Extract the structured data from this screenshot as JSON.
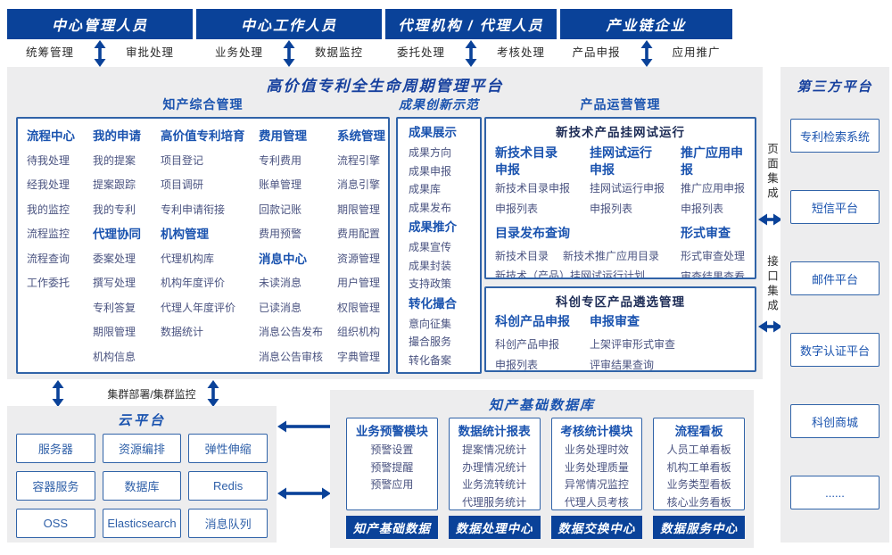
{
  "colors": {
    "navy": "#0A4299",
    "box_border": "#3063A8",
    "section_title_blue": "#1A53AF",
    "item_text": "#4A5380",
    "panel_bg": "#EDEDEE",
    "dark_text": "#2B2B2B"
  },
  "actors": [
    {
      "title": "中心管理人员",
      "left": "统筹管理",
      "right": "审批处理"
    },
    {
      "title": "中心工作人员",
      "left": "业务处理",
      "right": "数据监控"
    },
    {
      "title": "代理机构 / 代理人员",
      "left": "委托处理",
      "right": "考核处理"
    },
    {
      "title": "产业链企业",
      "left": "产品申报",
      "right": "应用推广"
    }
  ],
  "platform": {
    "title": "高价值专利全生命周期管理平台",
    "integrated": {
      "title": "知产综合管理",
      "columns": [
        {
          "groups": [
            {
              "title": "流程中心",
              "items": [
                "待我处理",
                "经我处理",
                "我的监控",
                "流程监控",
                "流程查询",
                "工作委托"
              ]
            }
          ]
        },
        {
          "groups": [
            {
              "title": "我的申请",
              "items": [
                "我的提案",
                "提案跟踪",
                "我的专利"
              ]
            },
            {
              "title": "代理协同",
              "items": [
                "委案处理",
                "撰写处理",
                "专利答复",
                "期限管理",
                "机构信息"
              ]
            }
          ]
        },
        {
          "groups": [
            {
              "title": "高价值专利培育",
              "items": [
                "项目登记",
                "项目调研",
                "专利申请衔接"
              ]
            },
            {
              "title": "机构管理",
              "items": [
                "代理机构库",
                "机构年度评价",
                "代理人年度评价",
                "数据统计"
              ]
            }
          ]
        },
        {
          "groups": [
            {
              "title": "费用管理",
              "items": [
                "专利费用",
                "账单管理",
                "回款记账",
                "费用预警"
              ]
            },
            {
              "title": "消息中心",
              "items": [
                "未读消息",
                "已读消息",
                "消息公告发布",
                "消息公告审核"
              ]
            }
          ]
        },
        {
          "groups": [
            {
              "title": "系统管理",
              "items": [
                "流程引擎",
                "消息引擎",
                "期限管理",
                "费用配置",
                "资源管理",
                "用户管理",
                "权限管理",
                "组织机构",
                "字典管理"
              ]
            }
          ]
        }
      ]
    },
    "innovation": {
      "title": "成果创新示范",
      "groups": [
        {
          "title": "成果展示",
          "items": [
            "成果方向",
            "成果申报",
            "成果库",
            "成果发布"
          ]
        },
        {
          "title": "成果推介",
          "items": [
            "成果宣传",
            "成果封装",
            "支持政策"
          ]
        },
        {
          "title": "转化撮合",
          "items": [
            "意向征集",
            "撮合服务",
            "转化备案"
          ]
        }
      ]
    },
    "operation": {
      "title": "产品运营管理",
      "box1": {
        "title": "新技术产品挂网试运行",
        "columns": [
          {
            "title": "新技术目录\n申报",
            "items": [
              "新技术目录申报",
              "申报列表"
            ]
          },
          {
            "title": "挂网试运行\n申报",
            "items": [
              "挂网试运行申报",
              "申报列表"
            ]
          },
          {
            "title": "推广应用申报",
            "items": [
              "推广应用申报",
              "申报列表"
            ]
          }
        ],
        "bottom": [
          {
            "title": "目录发布查询",
            "items": [
              "新技术目录",
              "新技术推广应用目录",
              "新技术（产品）挂网试运行计划"
            ]
          },
          {
            "title": "形式审查",
            "items": [
              "形式审查处理",
              "审查结果查看"
            ]
          }
        ]
      },
      "box2": {
        "title": "科创专区产品遴选管理",
        "groups": [
          {
            "title": "科创产品申报",
            "items": [
              "科创产品申报",
              "申报列表"
            ]
          },
          {
            "title": "申报审查",
            "items": [
              "上架评审形式审查",
              "评审结果查询"
            ]
          }
        ]
      }
    }
  },
  "cluster_label": "集群部署/集群监控",
  "cloud": {
    "title": "云平台",
    "items": [
      "服务器",
      "资源编排",
      "弹性伸缩",
      "容器服务",
      "数据库",
      "Redis",
      "OSS",
      "Elasticsearch",
      "消息队列"
    ]
  },
  "database": {
    "title": "知产基础数据库",
    "modules": [
      {
        "title": "业务预警模块",
        "items": [
          "预警设置",
          "预警提醒",
          "预警应用"
        ],
        "footer": "知产基础数据"
      },
      {
        "title": "数据统计报表",
        "items": [
          "提案情况统计",
          "办理情况统计",
          "业务流转统计",
          "代理服务统计"
        ],
        "footer": "数据处理中心"
      },
      {
        "title": "考核统计模块",
        "items": [
          "业务处理时效",
          "业务处理质量",
          "异常情况监控",
          "代理人员考核"
        ],
        "footer": "数据交换中心"
      },
      {
        "title": "流程看板",
        "items": [
          "人员工单看板",
          "机构工单看板",
          "业务类型看板",
          "核心业务看板"
        ],
        "footer": "数据服务中心"
      }
    ]
  },
  "third_party": {
    "title": "第三方平台",
    "items": [
      "专利检索系统",
      "短信平台",
      "邮件平台",
      "数字认证平台",
      "科创商城",
      "......"
    ]
  },
  "integration": {
    "page": "页面集成",
    "api": "接口集成"
  }
}
